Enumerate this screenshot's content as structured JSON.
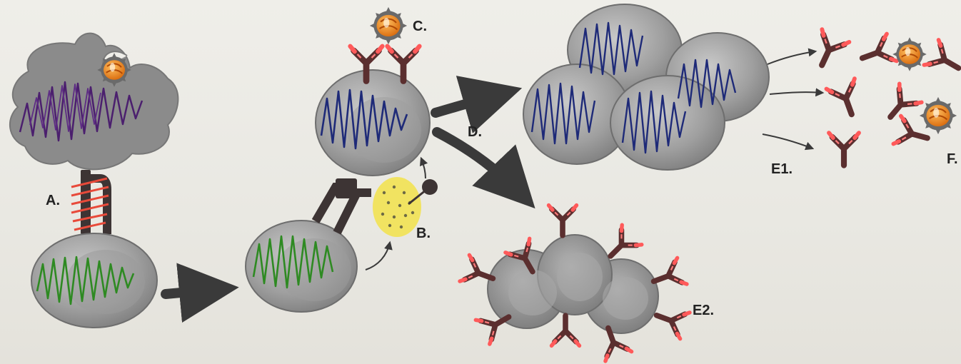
{
  "labels": {
    "a": "A.",
    "b": "B.",
    "c": "C.",
    "d": "D.",
    "e1": "E1.",
    "e2": "E2.",
    "f": "F."
  },
  "colors": {
    "background": "#ecebe6",
    "cell_gray": "#8e8e8e",
    "macrophage_scribble": "#4b1f6e",
    "t_cell_scribble": "#2e8a22",
    "b_cell_scribble": "#1e2a78",
    "antigen": "#e8861c",
    "cytokine": "#f2e24a",
    "antibody": "#5b2f2f",
    "antibody_tip": "#ff5a5a",
    "arrow": "#3a3a3a"
  },
  "icons": [
    "antibody-icon",
    "antigen-icon",
    "cytokine-icon",
    "arrow-icon"
  ]
}
